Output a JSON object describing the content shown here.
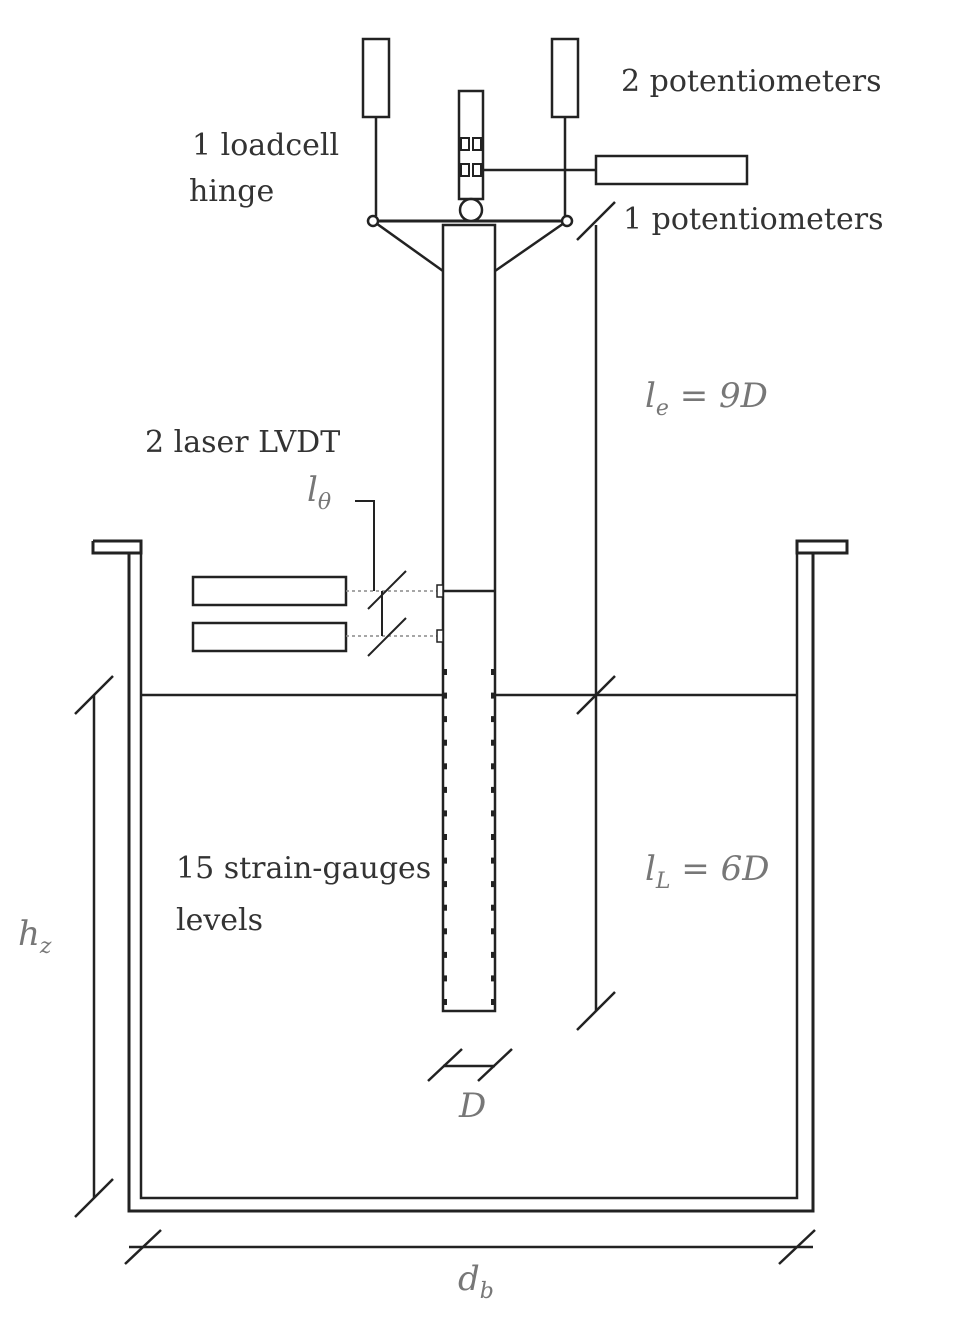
{
  "labels": {
    "potentiometers_top": "2 potentiometers",
    "loadcell": "1 loadcell",
    "hinge": "hinge",
    "potentiometer_single": "1 potentiometers",
    "laser": "2 laser LVDT",
    "strain_line1": "15 strain-gauges",
    "strain_line2": "levels"
  },
  "math": {
    "le": "l",
    "le_sub": "e",
    "le_rhs": " = 9D",
    "ltheta": "l",
    "ltheta_sub": "θ",
    "lL": "l",
    "lL_sub": "L",
    "lL_rhs": " = 6D",
    "hz": "h",
    "hz_sub": "z",
    "D": "D",
    "db": "d",
    "db_sub": "b"
  }
}
